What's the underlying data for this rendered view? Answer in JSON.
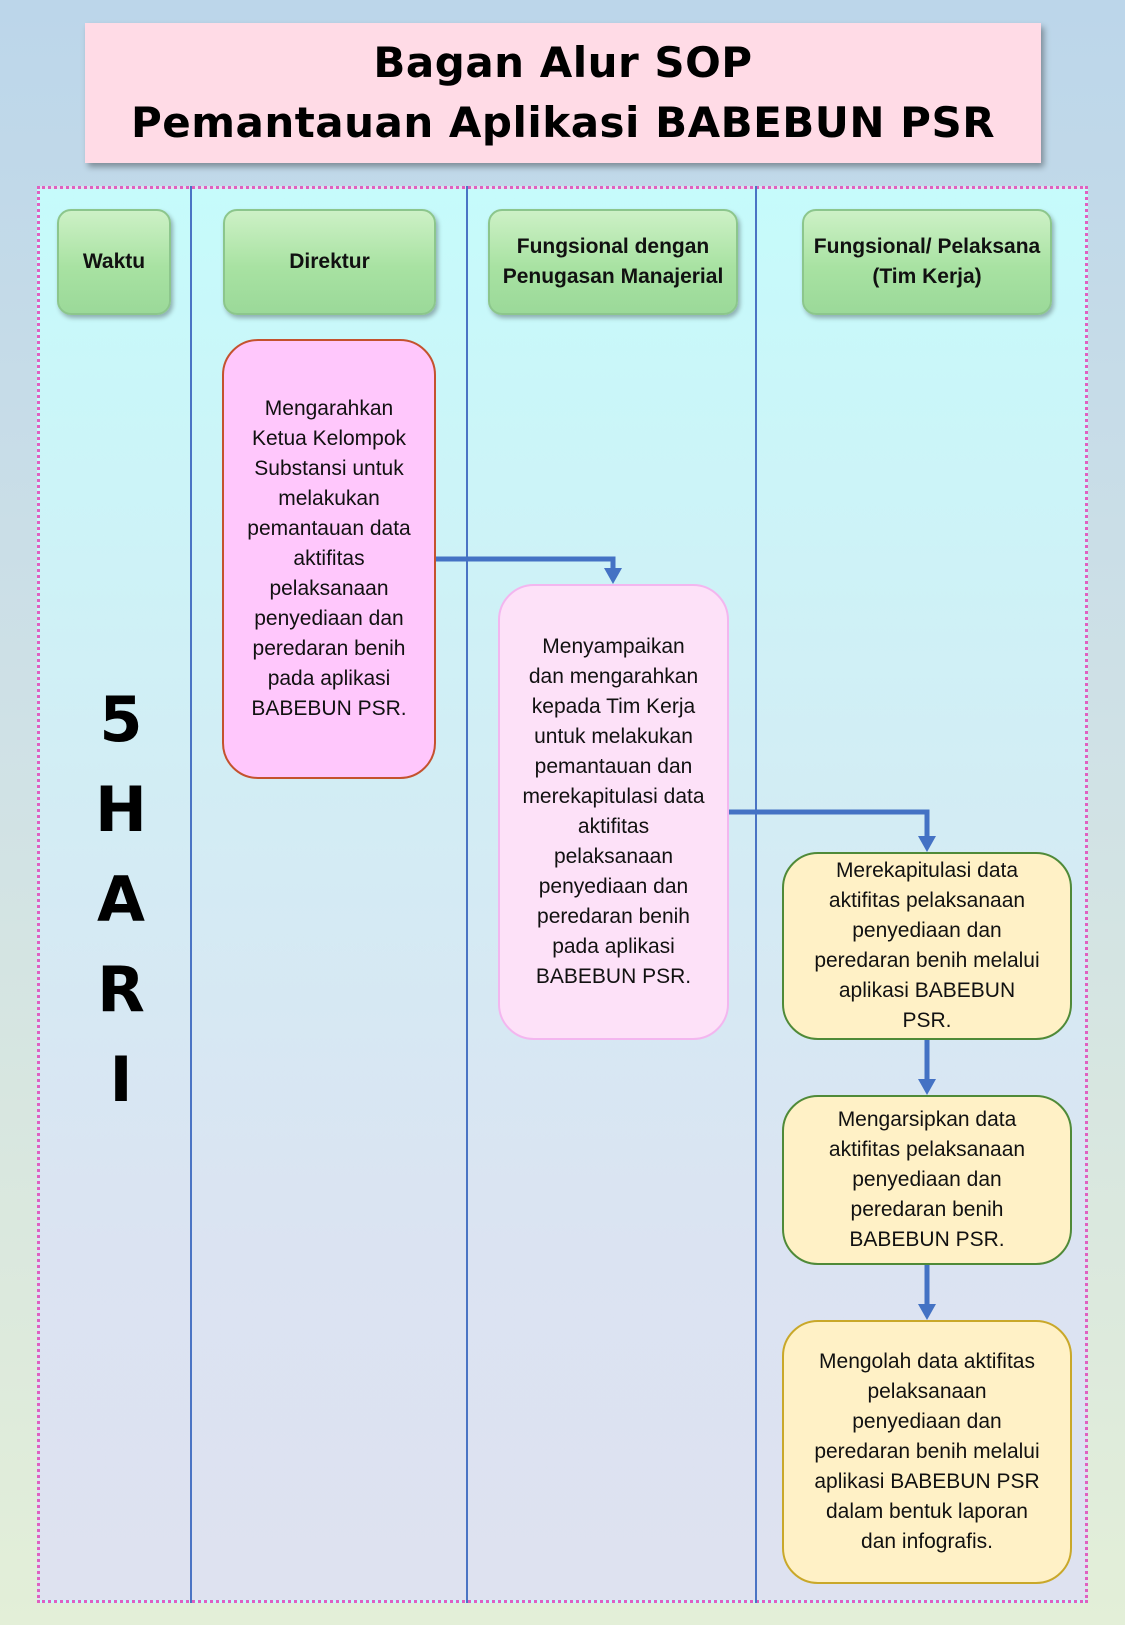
{
  "title": {
    "line1": "Bagan Alur SOP",
    "line2": "Pemantauan Aplikasi BABEBUN PSR"
  },
  "lanes": [
    {
      "label": "Waktu"
    },
    {
      "label": "Direktur"
    },
    {
      "label": "Fungsional dengan Penugasan Manajerial"
    },
    {
      "label": "Fungsional/ Pelaksana (Tim Kerja)"
    }
  ],
  "time": {
    "letters": [
      "5",
      "H",
      "A",
      "R",
      "I"
    ]
  },
  "steps": [
    {
      "lane": "Direktur",
      "text": "Mengarahkan Ketua Kelompok Substansi untuk melakukan pemantauan data aktifitas pelaksanaan penyediaan dan peredaran benih pada aplikasi BABEBUN PSR."
    },
    {
      "lane": "Fungsional dengan Penugasan Manajerial",
      "text": "Menyampaikan dan mengarahkan kepada Tim Kerja untuk melakukan pemantauan dan merekapitulasi data aktifitas pelaksanaan penyediaan dan peredaran benih pada aplikasi BABEBUN PSR."
    },
    {
      "lane": "Fungsional/ Pelaksana (Tim Kerja)",
      "text": "Merekapitulasi data aktifitas pelaksanaan penyediaan dan peredaran benih melalui aplikasi BABEBUN PSR."
    },
    {
      "lane": "Fungsional/ Pelaksana (Tim Kerja)",
      "text": "Mengarsipkan data aktifitas pelaksanaan penyediaan dan peredaran benih BABEBUN PSR."
    },
    {
      "lane": "Fungsional/ Pelaksana (Tim Kerja)",
      "text": "Mengolah data aktifitas pelaksanaan penyediaan dan peredaran benih melalui aplikasi BABEBUN PSR dalam bentuk laporan dan infografis."
    }
  ],
  "colors": {
    "arrow": "#4472c4",
    "header_green": "#a8e2a2",
    "box_pink": "#ffc7fc",
    "box_lightpink": "#fde1f8",
    "box_yellow": "#fff1c6",
    "frame_border": "#e060c0"
  }
}
